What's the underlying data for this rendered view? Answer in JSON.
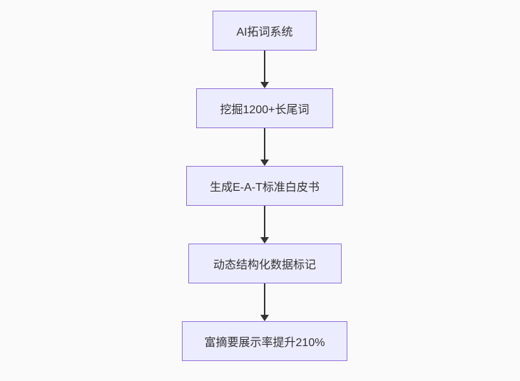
{
  "page": {
    "background_color": "#fafafa"
  },
  "flowchart": {
    "type": "flowchart",
    "direction": "top-down",
    "node_fill_color": "#ECECFF",
    "node_border_color": "#9370DB",
    "node_text_color": "#333333",
    "arrow_color": "#333333",
    "nodes": [
      {
        "id": "n1",
        "label": "AI拓词系统"
      },
      {
        "id": "n2",
        "label": "挖掘1200+长尾词"
      },
      {
        "id": "n3",
        "label": "生成E-A-T标准白皮书"
      },
      {
        "id": "n4",
        "label": "动态结构化数据标记"
      },
      {
        "id": "n5",
        "label": "富摘要展示率提升210%"
      }
    ],
    "edges": [
      {
        "from": "n1",
        "to": "n2"
      },
      {
        "from": "n2",
        "to": "n3"
      },
      {
        "from": "n3",
        "to": "n4"
      },
      {
        "from": "n4",
        "to": "n5"
      }
    ]
  }
}
